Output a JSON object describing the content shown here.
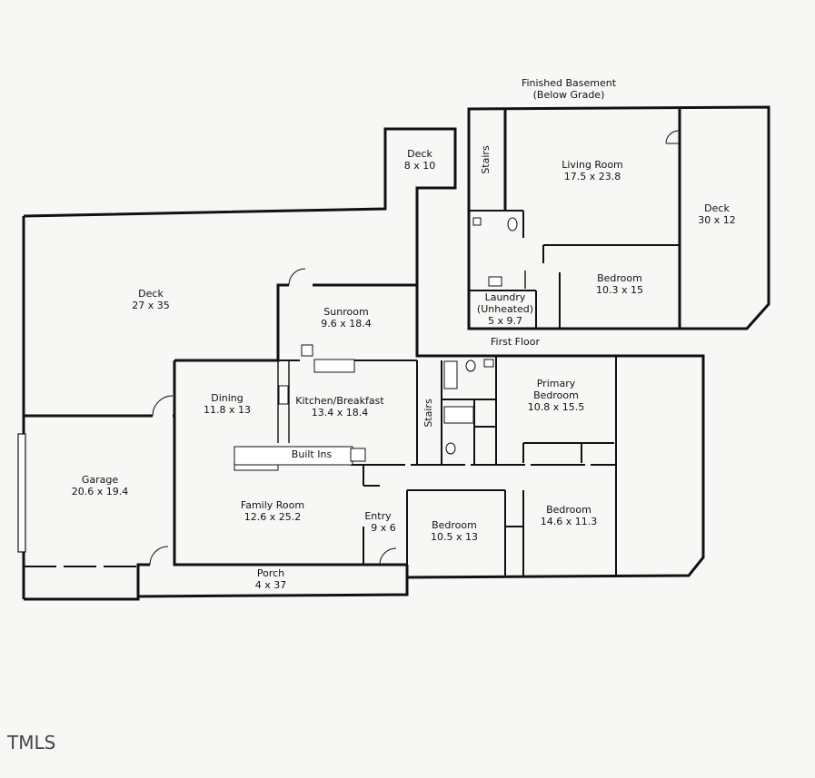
{
  "header": {
    "basement_title": "Finished Basement",
    "basement_subtitle": "(Below Grade)",
    "first_floor": "First Floor"
  },
  "basement": {
    "living_room": {
      "name": "Living Room",
      "dims": "17.5 x 23.8"
    },
    "deck": {
      "name": "Deck",
      "dims": "30 x 12"
    },
    "bedroom": {
      "name": "Bedroom",
      "dims": "10.3 x 15"
    },
    "laundry": {
      "name": "Laundry",
      "note": "(Unheated)",
      "dims": "5 x 9.7"
    },
    "stairs": "Stairs"
  },
  "first_floor": {
    "deck_small": {
      "name": "Deck",
      "dims": "8 x 10"
    },
    "deck_large": {
      "name": "Deck",
      "dims": "27 x 35"
    },
    "sunroom": {
      "name": "Sunroom",
      "dims": "9.6 x 18.4"
    },
    "dining": {
      "name": "Dining",
      "dims": "11.8 x 13"
    },
    "kitchen": {
      "name": "Kitchen/Breakfast",
      "dims": "13.4 x 18.4"
    },
    "stairs": "Stairs",
    "primary_bedroom": {
      "name": "Primary",
      "name2": "Bedroom",
      "dims": "10.8 x 15.5"
    },
    "garage": {
      "name": "Garage",
      "dims": "20.6 x 19.4"
    },
    "built_ins": "Built Ins",
    "family_room": {
      "name": "Family Room",
      "dims": "12.6 x 25.2"
    },
    "entry": {
      "name": "Entry",
      "dims": "9 x 6"
    },
    "bedroom_a": {
      "name": "Bedroom",
      "dims": "10.5 x 13"
    },
    "bedroom_b": {
      "name": "Bedroom",
      "dims": "14.6 x 11.3"
    },
    "porch": {
      "name": "Porch",
      "dims": "4 x 37"
    }
  },
  "watermark": "TMLS"
}
